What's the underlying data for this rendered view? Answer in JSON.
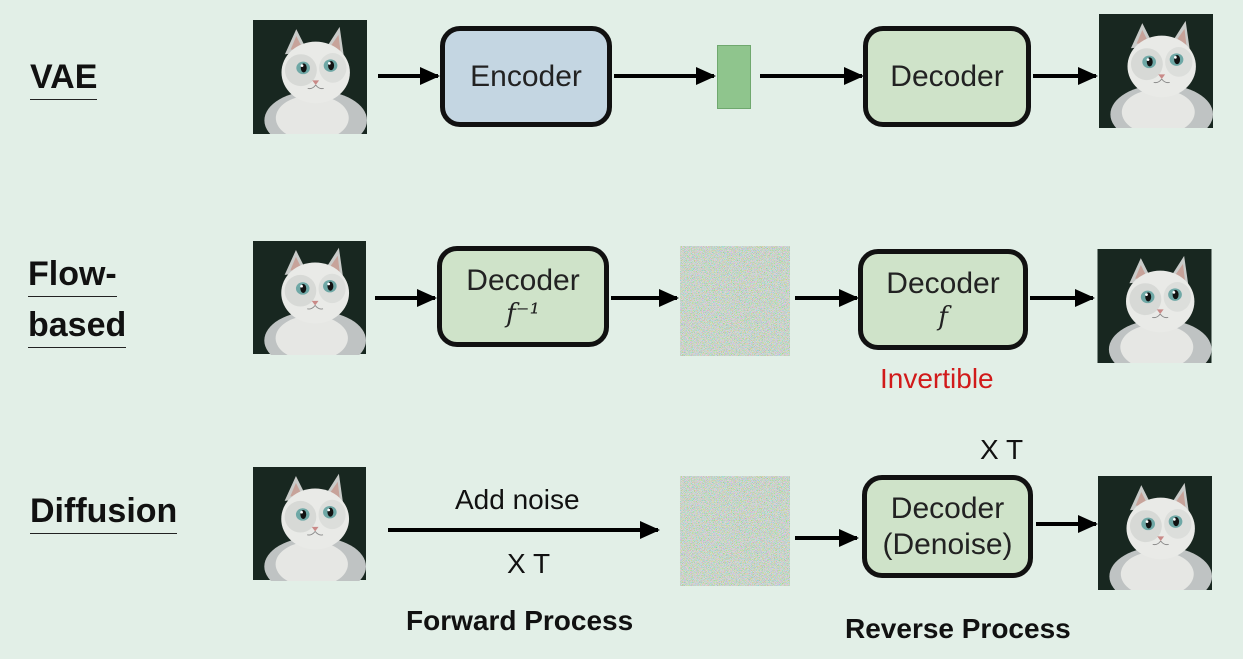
{
  "rows": {
    "vae": {
      "label": "VAE",
      "encoder": "Encoder",
      "decoder": "Decoder"
    },
    "flow": {
      "label_line1": "Flow-",
      "label_line2": "based",
      "decoder_inv": "Decoder",
      "decoder_inv_func": "f⁻¹",
      "decoder": "Decoder",
      "decoder_func": "f",
      "note": "Invertible"
    },
    "diffusion": {
      "label": "Diffusion",
      "add_noise": "Add noise",
      "forward_times": "X T",
      "reverse_times": "X T",
      "decoder_line1": "Decoder",
      "decoder_line2": "(Denoise)",
      "forward_caption": "Forward Process",
      "reverse_caption": "Reverse Process"
    }
  },
  "colors": {
    "background": "#e2efe7",
    "encoder_fill": "#c4d6e2",
    "decoder_fill": "#cfe3c9",
    "latent_fill": "#8fc58d",
    "note_color": "#d11a1a"
  },
  "icons": [
    "cat-image",
    "noise-image",
    "latent-vector"
  ]
}
